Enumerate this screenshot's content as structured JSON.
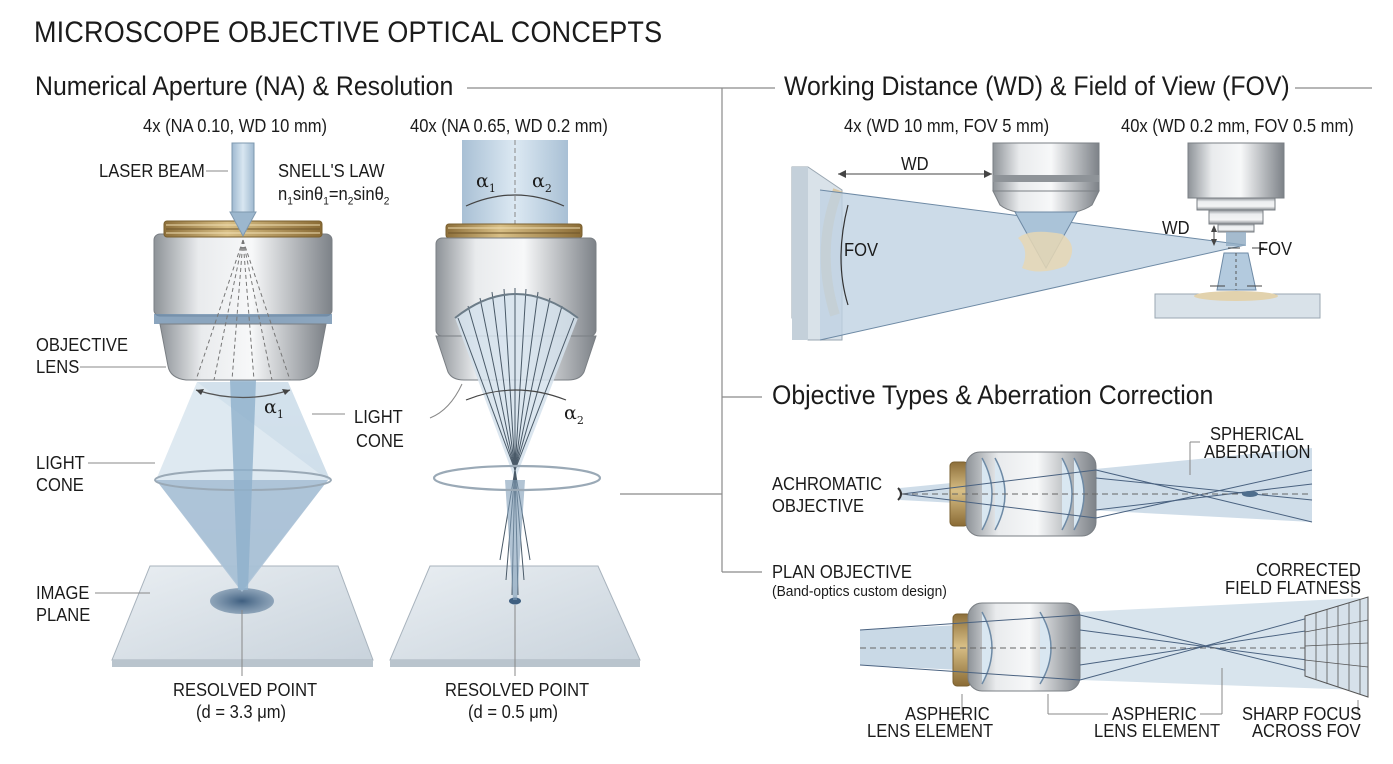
{
  "title": "MICROSCOPE OBJECTIVE OPTICAL CONCEPTS",
  "sections": {
    "na": {
      "heading": "Numerical Aperture (NA) & Resolution",
      "low_caption": "4x (NA 0.10, WD 10 mm)",
      "high_caption": "40x (NA 0.65, WD 0.2 mm)",
      "laser_beam": "LASER BEAM",
      "snell_title": "SNELL'S LAW",
      "snell_n1": "n",
      "snell_sub1": "1",
      "snell_sin1": "sinθ",
      "snell_eq": "=n",
      "snell_sub2": "2",
      "snell_sin2": "sinθ",
      "snell_sub3": "2",
      "snell_sub1b": "1",
      "objective_lens_1": "OBJECTIVE",
      "objective_lens_2": "LENS",
      "light_cone_1": "LIGHT",
      "light_cone_2": "CONE",
      "light_cone_mid_1": "LIGHT",
      "light_cone_mid_2": "CONE",
      "image_plane_1": "IMAGE",
      "image_plane_2": "PLANE",
      "alpha": "α",
      "alpha_sub1": "1",
      "alpha_sub2": "2",
      "resolved_point": "RESOLVED POINT",
      "low_d": "(d = 3.3 μm)",
      "high_d": "(d = 0.5 μm)"
    },
    "wd": {
      "heading": "Working Distance (WD) & Field of View (FOV)",
      "low_caption": "4x (WD 10 mm, FOV 5 mm)",
      "high_caption": "40x (WD 0.2 mm, FOV 0.5 mm)",
      "wd_label": "WD",
      "fov_label": "FOV"
    },
    "types": {
      "heading": "Objective Types & Aberration Correction",
      "achromatic_1": "ACHROMATIC",
      "achromatic_2": "OBJECTIVE",
      "spherical_1": "SPHERICAL",
      "spherical_2": "ABERRATION",
      "plan_1": "PLAN OBJECTIVE",
      "plan_2": "(Band-optics custom design)",
      "corrected_1": "CORRECTED",
      "corrected_2": "FIELD FLATNESS",
      "aspheric_1": "ASPHERIC",
      "aspheric_2": "LENS ELEMENT",
      "sharp_1": "SHARP FOCUS",
      "sharp_2": "ACROSS FOV"
    }
  },
  "colors": {
    "metal_light": "#e4e6e8",
    "metal_dark": "#8e9398",
    "brass": "#b59658",
    "beam_blue": "#b7cde0",
    "beam_dark": "#5d7ea0",
    "line": "#7a7a7a"
  }
}
